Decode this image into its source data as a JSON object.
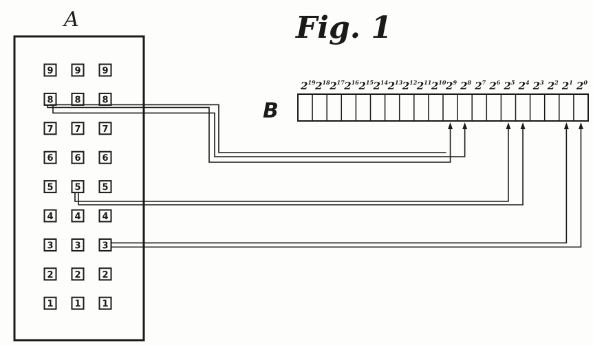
{
  "figure": {
    "title": "Fig. 1",
    "label_a": "A",
    "label_b": "B"
  },
  "panel_a": {
    "rows": [
      "9",
      "8",
      "7",
      "6",
      "5",
      "4",
      "3",
      "2",
      "1"
    ],
    "columns": 3
  },
  "register_b": {
    "cell_labels": [
      {
        "base": "2",
        "exp": "19"
      },
      {
        "base": "2",
        "exp": "18"
      },
      {
        "base": "2",
        "exp": "17"
      },
      {
        "base": "2",
        "exp": "16"
      },
      {
        "base": "2",
        "exp": "15"
      },
      {
        "base": "2",
        "exp": "14"
      },
      {
        "base": "2",
        "exp": "13"
      },
      {
        "base": "2",
        "exp": "12"
      },
      {
        "base": "2",
        "exp": "11"
      },
      {
        "base": "2",
        "exp": "10"
      },
      {
        "base": "2",
        "exp": "9"
      },
      {
        "base": "2",
        "exp": "8"
      },
      {
        "base": "2",
        "exp": "7"
      },
      {
        "base": "2",
        "exp": "6"
      },
      {
        "base": "2",
        "exp": "5"
      },
      {
        "base": "2",
        "exp": "4"
      },
      {
        "base": "2",
        "exp": "3"
      },
      {
        "base": "2",
        "exp": "2"
      },
      {
        "base": "2",
        "exp": "1"
      },
      {
        "base": "2",
        "exp": "0"
      }
    ]
  },
  "connections": [
    {
      "from_row": "8",
      "from_col": 1,
      "to_cells": [
        10,
        11
      ]
    },
    {
      "from_row": "5",
      "from_col": 2,
      "to_cells": [
        14,
        15
      ]
    },
    {
      "from_row": "3",
      "from_col": 3,
      "to_cells": [
        18,
        19
      ]
    }
  ],
  "colors": {
    "ink": "#1a1a1a",
    "paper": "#fdfdfb"
  }
}
